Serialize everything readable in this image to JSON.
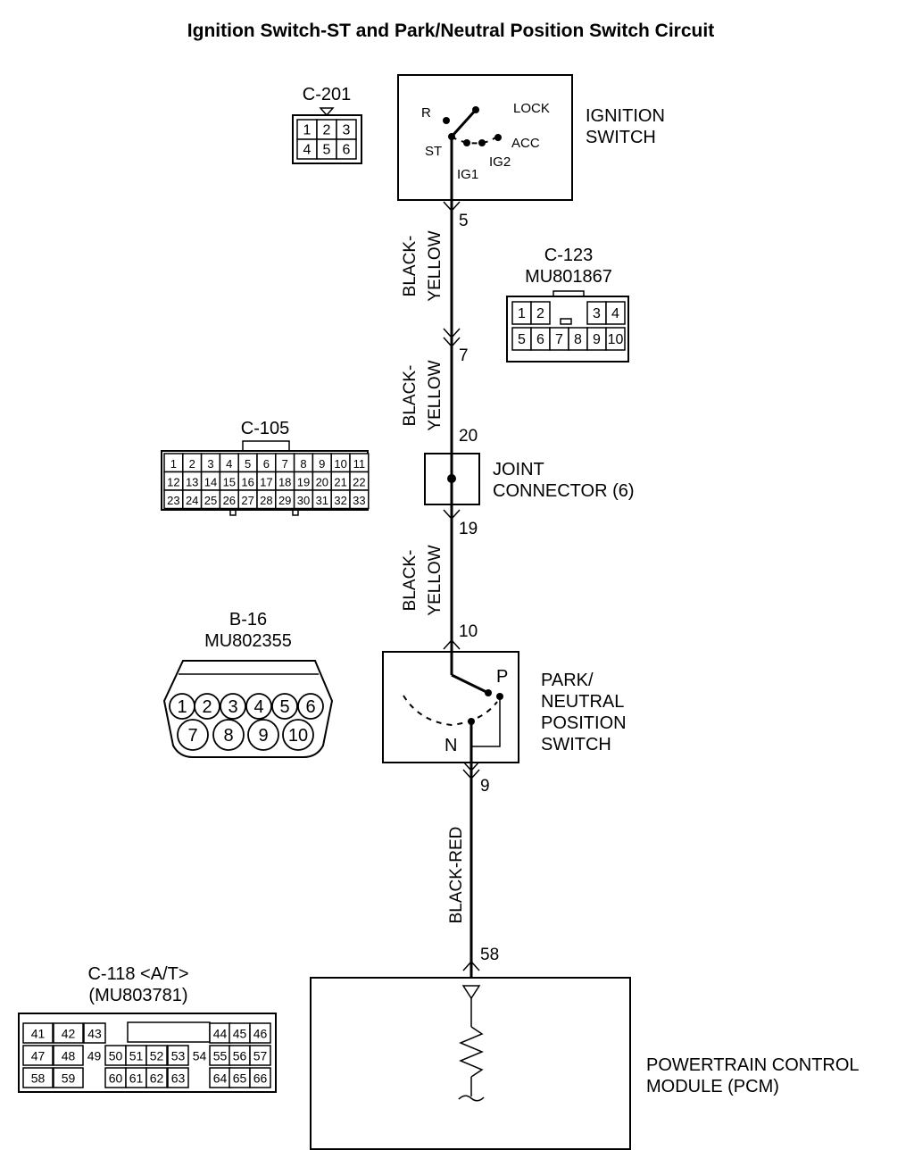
{
  "title": "Ignition Switch-ST and Park/Neutral Position Switch Circuit",
  "ignition_switch": {
    "name_line1": "IGNITION",
    "name_line2": "SWITCH",
    "positions": {
      "r": "R",
      "lock": "LOCK",
      "st": "ST",
      "acc": "ACC",
      "ig1": "IG1",
      "ig2": "IG2"
    },
    "pin": "5"
  },
  "wires": {
    "w1_line1": "BLACK-",
    "w1_line2": "YELLOW",
    "w2_line1": "BLACK-",
    "w2_line2": "YELLOW",
    "w3_line1": "BLACK-",
    "w3_line2": "YELLOW",
    "w4": "BLACK-RED"
  },
  "pins": {
    "p7": "7",
    "p20": "20",
    "p19": "19",
    "p10": "10",
    "p9": "9",
    "p58": "58"
  },
  "joint_connector": {
    "line1": "JOINT",
    "line2": "CONNECTOR (6)"
  },
  "pn_switch": {
    "line1": "PARK/",
    "line2": "NEUTRAL",
    "line3": "POSITION",
    "line4": "SWITCH",
    "p": "P",
    "n": "N"
  },
  "pcm": {
    "line1": "POWERTRAIN CONTROL",
    "line2": "MODULE (PCM)"
  },
  "connectors": {
    "c201": {
      "name": "C-201",
      "pins": [
        "1",
        "2",
        "3",
        "4",
        "5",
        "6"
      ]
    },
    "c123": {
      "name": "C-123",
      "part": "MU801867",
      "pins": [
        "1",
        "2",
        "3",
        "4",
        "5",
        "6",
        "7",
        "8",
        "9",
        "10"
      ]
    },
    "c105": {
      "name": "C-105",
      "rows": [
        [
          "1",
          "2",
          "3",
          "4",
          "5",
          "6",
          "7",
          "8",
          "9",
          "10",
          "11"
        ],
        [
          "12",
          "13",
          "14",
          "15",
          "16",
          "17",
          "18",
          "19",
          "20",
          "21",
          "22"
        ],
        [
          "23",
          "24",
          "25",
          "26",
          "27",
          "28",
          "29",
          "30",
          "31",
          "32",
          "33"
        ]
      ]
    },
    "b16": {
      "name": "B-16",
      "part": "MU802355",
      "pins": [
        "1",
        "2",
        "3",
        "4",
        "5",
        "6",
        "7",
        "8",
        "9",
        "10"
      ]
    },
    "c118": {
      "name": "C-118 <A/T>",
      "part": "(MU803781)",
      "row1": [
        "41",
        "42",
        "43",
        "44",
        "45",
        "46"
      ],
      "row2": [
        "47",
        "48",
        "49",
        "50",
        "51",
        "52",
        "53",
        "54",
        "55",
        "56",
        "57"
      ],
      "row3": [
        "58",
        "59",
        "60",
        "61",
        "62",
        "63",
        "64",
        "65",
        "66"
      ]
    }
  }
}
